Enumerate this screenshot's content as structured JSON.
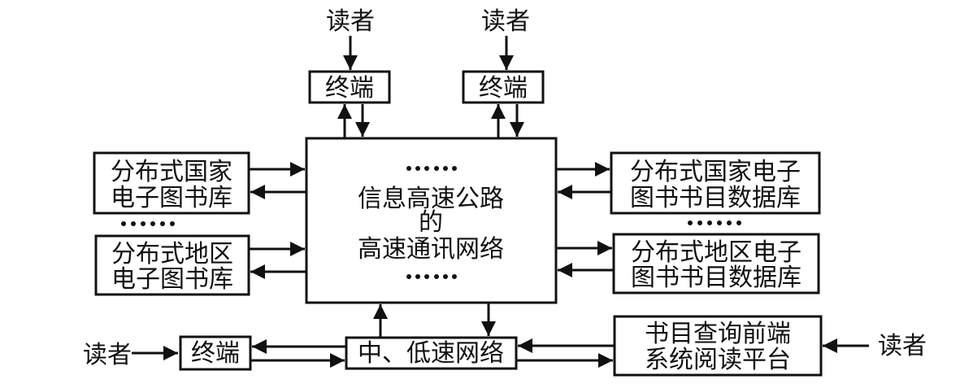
{
  "diagram": {
    "center": {
      "lines": [
        "信息高速公路",
        "的",
        "高速通讯网络"
      ],
      "ellipsis": "……"
    },
    "top_left": {
      "reader": "读者",
      "terminal": "终端"
    },
    "top_right": {
      "reader": "读者",
      "terminal": "终端"
    },
    "left_boxes": [
      {
        "lines": [
          "分布式国家",
          "电子图书库"
        ]
      },
      {
        "lines": [
          "分布式地区",
          "电子图书库"
        ]
      }
    ],
    "right_boxes": [
      {
        "lines": [
          "分布式国家电子",
          "图书书目数据库"
        ]
      },
      {
        "lines": [
          "分布式地区电子",
          "图书书目数据库"
        ]
      }
    ],
    "bottom": {
      "left_reader": "读者",
      "terminal": "终端",
      "network": "中、低速网络",
      "frontend": {
        "lines": [
          "书目查询前端",
          "系统阅读平台"
        ]
      },
      "right_reader": "读者"
    },
    "colors": {
      "stroke": "#111111",
      "background": "#ffffff"
    }
  }
}
